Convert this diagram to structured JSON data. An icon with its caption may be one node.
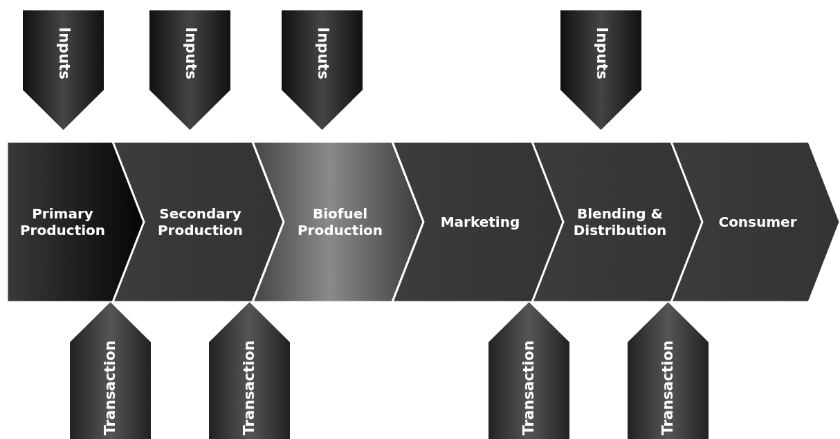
{
  "diagram": {
    "nodes": [
      {
        "text": [
          "Primary Production"
        ]
      },
      {
        "text": [
          "Secondary Production"
        ]
      },
      {
        "text": [
          "Biofuel Production"
        ]
      },
      {
        "text": [
          "Marketing"
        ]
      },
      {
        "text": [
          "Blending & Distribution"
        ]
      },
      {
        "text": [
          "Consumer"
        ]
      },
      {
        "text": [
          "Inputs"
        ]
      },
      {
        "text": [
          "Inputs"
        ]
      },
      {
        "text": [
          "Inputs"
        ]
      },
      {
        "text": [
          "Inputs"
        ]
      },
      {
        "text": [
          "Transaction"
        ]
      },
      {
        "text": [
          "Transaction"
        ]
      },
      {
        "text": [
          "Transaction"
        ]
      },
      {
        "text": [
          "Transaction"
        ]
      }
    ]
  }
}
